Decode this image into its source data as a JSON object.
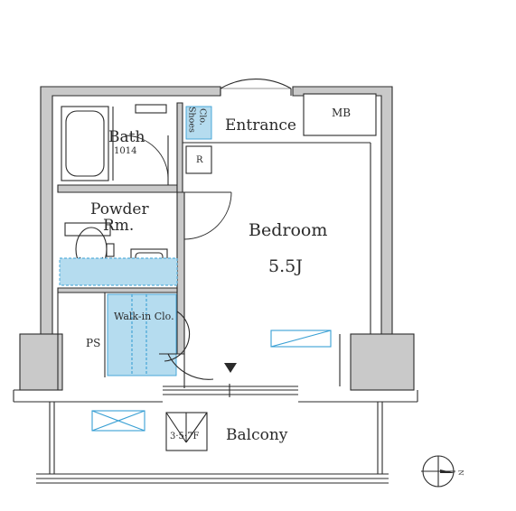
{
  "floorplan": {
    "rooms": {
      "bath": {
        "name": "Bath",
        "size": "1014"
      },
      "powder": {
        "line1": "Powder",
        "line2": "Rm."
      },
      "walkin": {
        "name": "Walk-in Clo."
      },
      "shoes": {
        "line1": "Shoes",
        "line2": "Clo."
      },
      "entrance": {
        "name": "Entrance"
      },
      "refrigerator": {
        "label": "R"
      },
      "mb": {
        "label": "MB"
      },
      "bedroom": {
        "name": "Bedroom",
        "size": "5.5J"
      },
      "ps": {
        "label": "PS"
      },
      "balcony": {
        "name": "Balcony"
      },
      "ladder": {
        "label": "3·5·7F"
      }
    },
    "compass": {
      "letter": "N"
    },
    "colors": {
      "wall": "#c9c9c9",
      "wall_line": "#2a2a2a",
      "storage_fill": "#b5dcef",
      "storage_line": "#3aa0d4",
      "fixture": "#2a2a2a"
    }
  }
}
